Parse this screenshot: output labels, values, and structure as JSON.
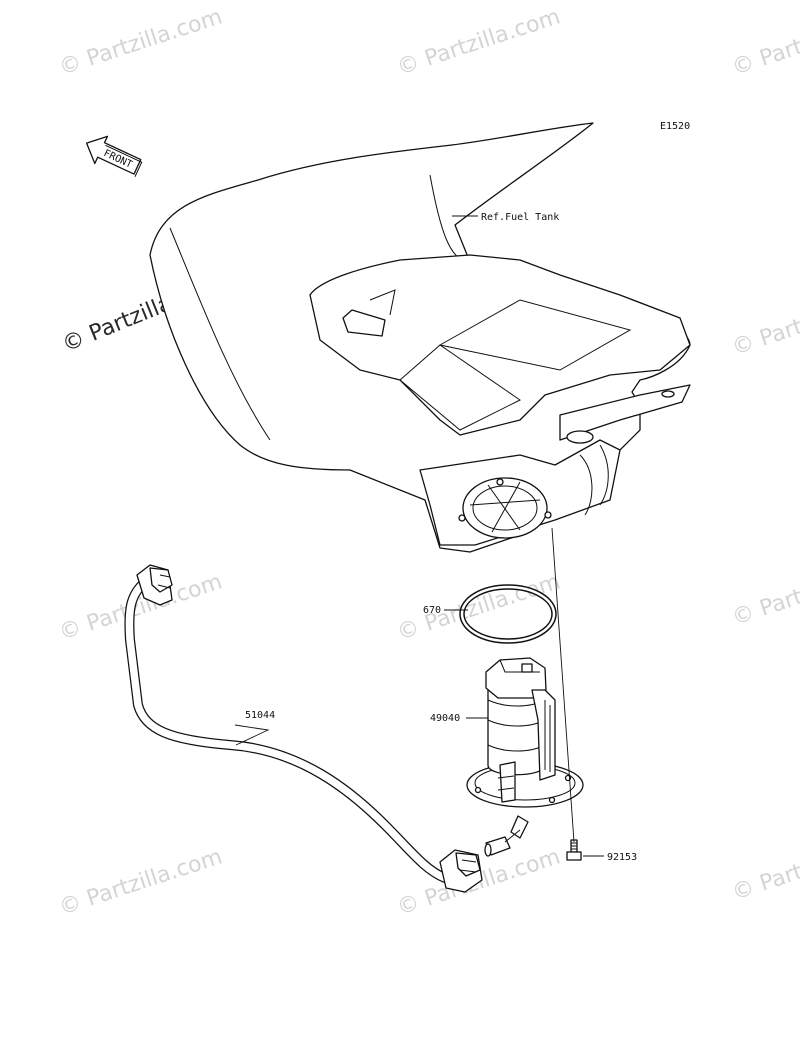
{
  "diagram_code": "E1520",
  "front_arrow_text": "FRONT",
  "watermark_text": "© Partzilla.com",
  "parts": [
    {
      "id": "ref-fuel-tank",
      "label": "Ref.Fuel Tank"
    },
    {
      "id": "o-ring",
      "label": "670"
    },
    {
      "id": "fuel-pump",
      "label": "49040"
    },
    {
      "id": "fuel-hose",
      "label": "51044"
    },
    {
      "id": "bolt",
      "label": "92153"
    }
  ]
}
